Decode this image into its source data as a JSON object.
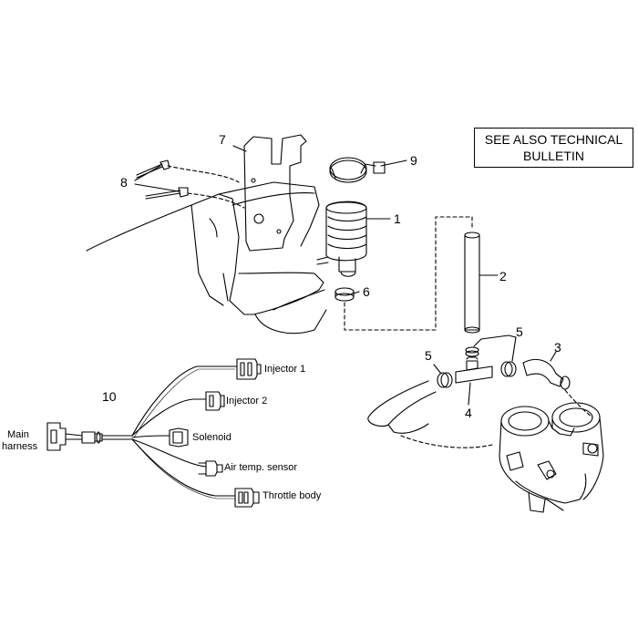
{
  "notice": {
    "line1": "SEE ALSO TECHNICAL",
    "line2": "BULLETIN"
  },
  "callouts": {
    "c1": "1",
    "c2": "2",
    "c3": "3",
    "c4": "4",
    "c5a": "5",
    "c5b": "5",
    "c6": "6",
    "c7": "7",
    "c8": "8",
    "c9": "9",
    "c10": "10"
  },
  "harness": {
    "main_line1": "Main",
    "main_line2": "harness",
    "injector1": "Injector 1",
    "injector2": "Injector 2",
    "solenoid": "Solenoid",
    "air_temp": "Air temp. sensor",
    "throttle_body": "Throttle body"
  }
}
